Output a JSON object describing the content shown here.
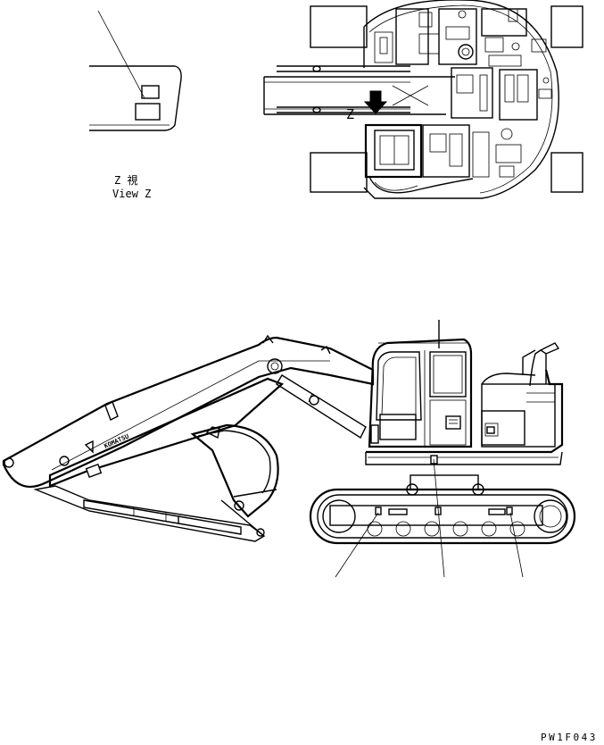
{
  "view_label": {
    "kanji": "Z 視",
    "english": "View Z"
  },
  "arrow_letter": "Z",
  "drawing_code": "PW1F043",
  "boom_decal_text": "KOMATSU",
  "colors": {
    "ink": "#000000",
    "paper": "#ffffff"
  }
}
